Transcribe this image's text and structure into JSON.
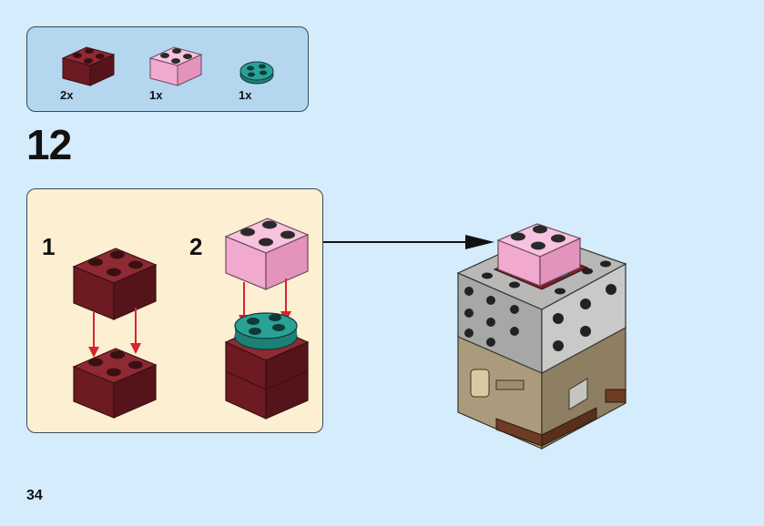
{
  "parts_list": {
    "items": [
      {
        "part": "dark-red-2x2-brick-icon",
        "color": "#7a1f27",
        "quantity": "2x"
      },
      {
        "part": "pink-2x2-brick-icon",
        "color": "#f5b3d6",
        "quantity": "1x"
      },
      {
        "part": "teal-round-plate-icon",
        "color": "#2aa196",
        "quantity": "1x"
      }
    ]
  },
  "step": {
    "number": "12"
  },
  "substeps": [
    {
      "number": "1"
    },
    {
      "number": "2"
    }
  ],
  "colors": {
    "dark_red": "#7a1f27",
    "pink": "#f5b3d6",
    "teal": "#2aa196",
    "gray": "#a7a8a6",
    "tan": "#ab9b7d",
    "arrow_red": "#d8232f"
  },
  "page": {
    "number": "34"
  }
}
